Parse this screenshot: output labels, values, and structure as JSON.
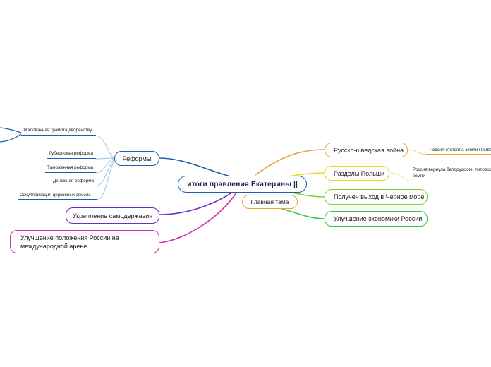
{
  "center": {
    "title": "итоги правления Екатерины ||"
  },
  "floating": {
    "label": "Главная тема"
  },
  "branches": {
    "reforms": {
      "label": "Реформы",
      "leaves": [
        "Жалованная грамота дворянству",
        "Губернская реформа",
        "Таможенная реформа",
        "Денежная реформа",
        "Секуляризация церковных земель"
      ]
    },
    "autocracy": {
      "label": "Укрепление самодержавия"
    },
    "intl": {
      "label": "Улучшение положения России на международной арене"
    },
    "swedish_war": {
      "label": "Русско-шведская война",
      "leaf": "Россия отстояла земли Прибалтики"
    },
    "poland": {
      "label": "Разделы Польши",
      "leaf": "Россия вернула белорусские, литовские земли"
    },
    "black_sea": {
      "label": "Получен выход в Черное море"
    },
    "economy": {
      "label": "Улучшение экономики России"
    }
  },
  "colors": {
    "blue": "#1b5fb0",
    "orange": "#e8a33c",
    "yellow": "#e6d820",
    "lime": "#7ad62a",
    "green": "#35c935",
    "purple": "#6a2ec4",
    "magenta": "#d42aa8",
    "light_blue": "#9cc3e6"
  }
}
